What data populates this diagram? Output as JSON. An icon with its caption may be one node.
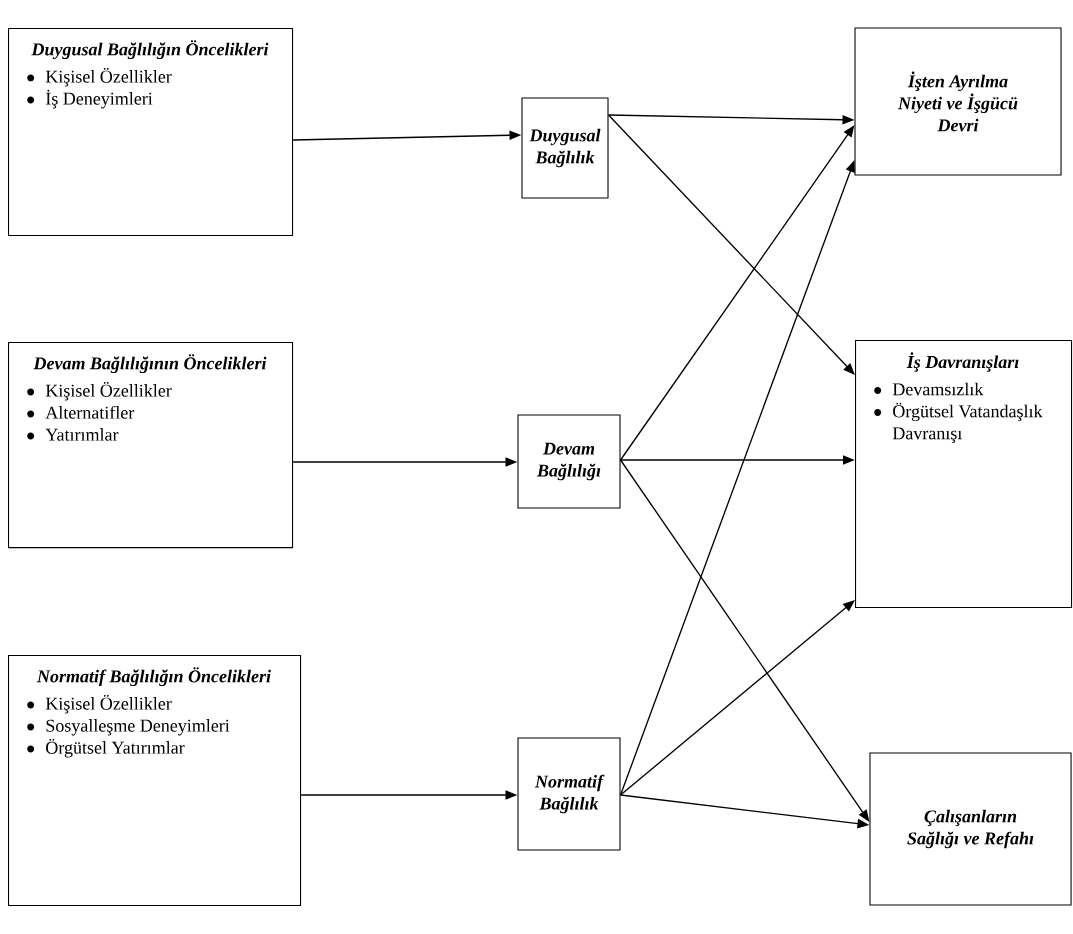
{
  "diagram": {
    "nodes": [
      {
        "text": [
          "Duygusal Bağlılığın Öncelikleri",
          "Kişisel Özellikler",
          "İş Deneyimleri"
        ]
      },
      {
        "text": [
          "Devam Bağlılığının Öncelikleri",
          "Kişisel Özellikler",
          "Alternatifler",
          "Yatırımlar"
        ]
      },
      {
        "text": [
          "Normatif Bağlılığın Öncelikleri",
          "Kişisel Özellikler",
          "Sosyalleşme Deneyimleri",
          "Örgütsel Yatırımlar"
        ]
      },
      {
        "text": [
          "Duygusal Bağlılık"
        ]
      },
      {
        "text": [
          "Devam Bağlılığı"
        ]
      },
      {
        "text": [
          "Normatif Bağlılık"
        ]
      },
      {
        "text": [
          "İşten Ayrılma Niyeti ve İşgücü Devri"
        ]
      },
      {
        "text": [
          "İş Davranışları",
          "Devamsızlık",
          "Örgütsel Vatandaşlık Davranışı"
        ]
      },
      {
        "text": [
          "Çalışanların Sağlığı ve Refahı"
        ]
      }
    ],
    "edges": [
      {
        "from": 0,
        "to": 3,
        "arrow": "to"
      },
      {
        "from": 1,
        "to": 4,
        "arrow": "to"
      },
      {
        "from": 2,
        "to": 5,
        "arrow": "to"
      },
      {
        "from": 3,
        "to": 6,
        "arrow": "to"
      },
      {
        "from": 3,
        "to": 7,
        "arrow": "to"
      },
      {
        "from": 4,
        "to": 6,
        "arrow": "to"
      },
      {
        "from": 4,
        "to": 7,
        "arrow": "to"
      },
      {
        "from": 4,
        "to": 8,
        "arrow": "to"
      },
      {
        "from": 5,
        "to": 6,
        "arrow": "to"
      },
      {
        "from": 5,
        "to": 7,
        "arrow": "to"
      },
      {
        "from": 5,
        "to": 8,
        "arrow": "to"
      }
    ]
  }
}
